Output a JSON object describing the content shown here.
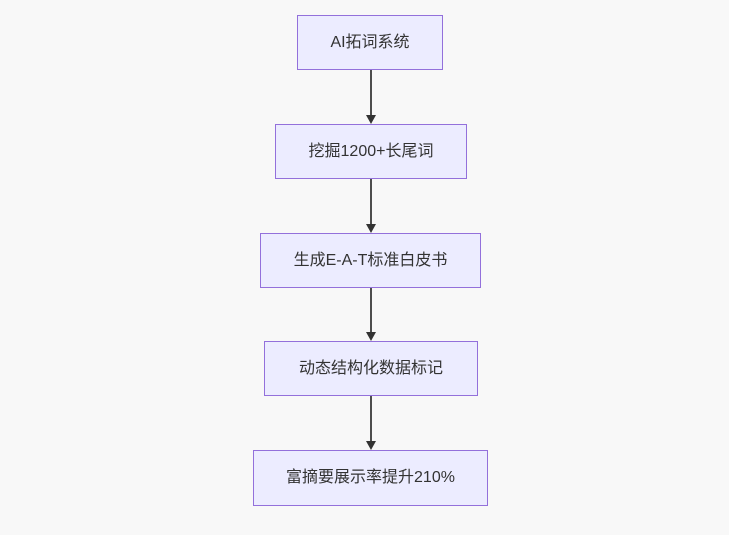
{
  "page": {
    "background_color": "#f8f8f8"
  },
  "diagram": {
    "type": "flowchart",
    "direction": "top-to-bottom",
    "colors": {
      "node_fill": "#ececff",
      "node_border": "#9370db",
      "arrow_line": "#4d4d4d",
      "arrow_head": "#333333",
      "text": "#333333"
    },
    "nodes": [
      {
        "label": "AI拓词系统"
      },
      {
        "label": "挖掘1200+长尾词"
      },
      {
        "label": "生成E-A-T标准白皮书"
      },
      {
        "label": "动态结构化数据标记"
      },
      {
        "label": "富摘要展示率提升210%"
      }
    ],
    "edges": [
      {
        "from": "AI拓词系统",
        "to": "挖掘1200+长尾词",
        "arrow": "down"
      },
      {
        "from": "挖掘1200+长尾词",
        "to": "生成E-A-T标准白皮书",
        "arrow": "down"
      },
      {
        "from": "生成E-A-T标准白皮书",
        "to": "动态结构化数据标记",
        "arrow": "down"
      },
      {
        "from": "动态结构化数据标记",
        "to": "富摘要展示率提升210%",
        "arrow": "down"
      }
    ]
  }
}
